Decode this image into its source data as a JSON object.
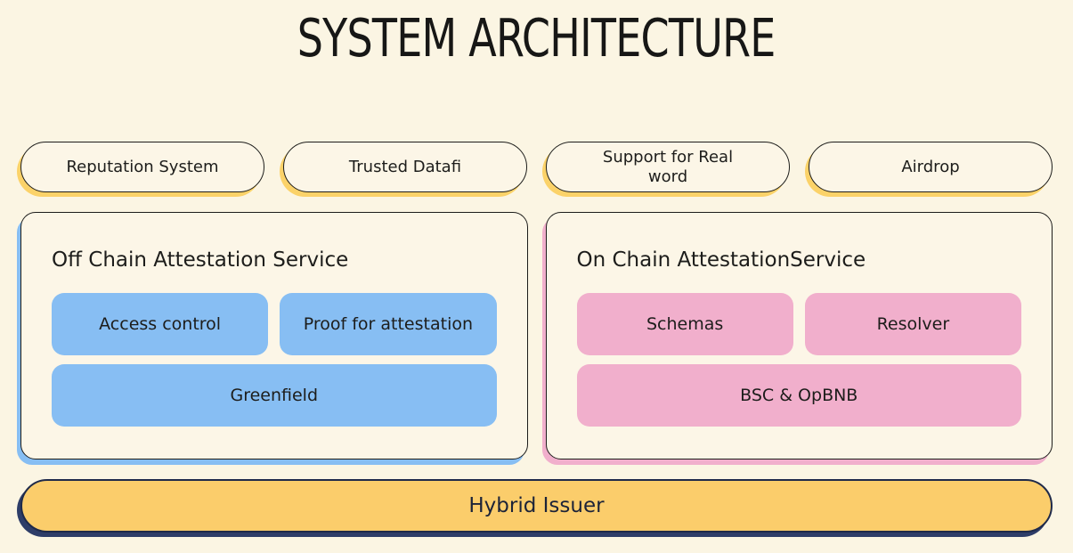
{
  "title": "SYSTEM ARCHITECTURE",
  "top_pills": [
    {
      "label": "Reputation System"
    },
    {
      "label": "Trusted Datafi"
    },
    {
      "label": "Support for Real word"
    },
    {
      "label": "Airdrop"
    }
  ],
  "off_chain": {
    "title": "Off Chain Attestation Service",
    "items": [
      {
        "label": "Access control"
      },
      {
        "label": "Proof for attestation"
      },
      {
        "label": "Greenfield"
      }
    ]
  },
  "on_chain": {
    "title": "On Chain AttestationService",
    "items": [
      {
        "label": "Schemas"
      },
      {
        "label": "Resolver"
      },
      {
        "label": "BSC & OpBNB"
      }
    ]
  },
  "footer": {
    "label": "Hybrid Issuer"
  },
  "colors": {
    "background": "#fbf5e3",
    "pill_fill": "#fcf6e7",
    "pill_border": "#1d1d1b",
    "pill_shadow_yellow": "#fbd269",
    "chip_blue": "#87bef3",
    "chip_pink": "#f1afcc",
    "footer_fill": "#fbcd6b",
    "footer_border_navy": "#1f2a4a",
    "footer_shadow_navy": "#2e3d68",
    "text": "#1d1d1b"
  }
}
